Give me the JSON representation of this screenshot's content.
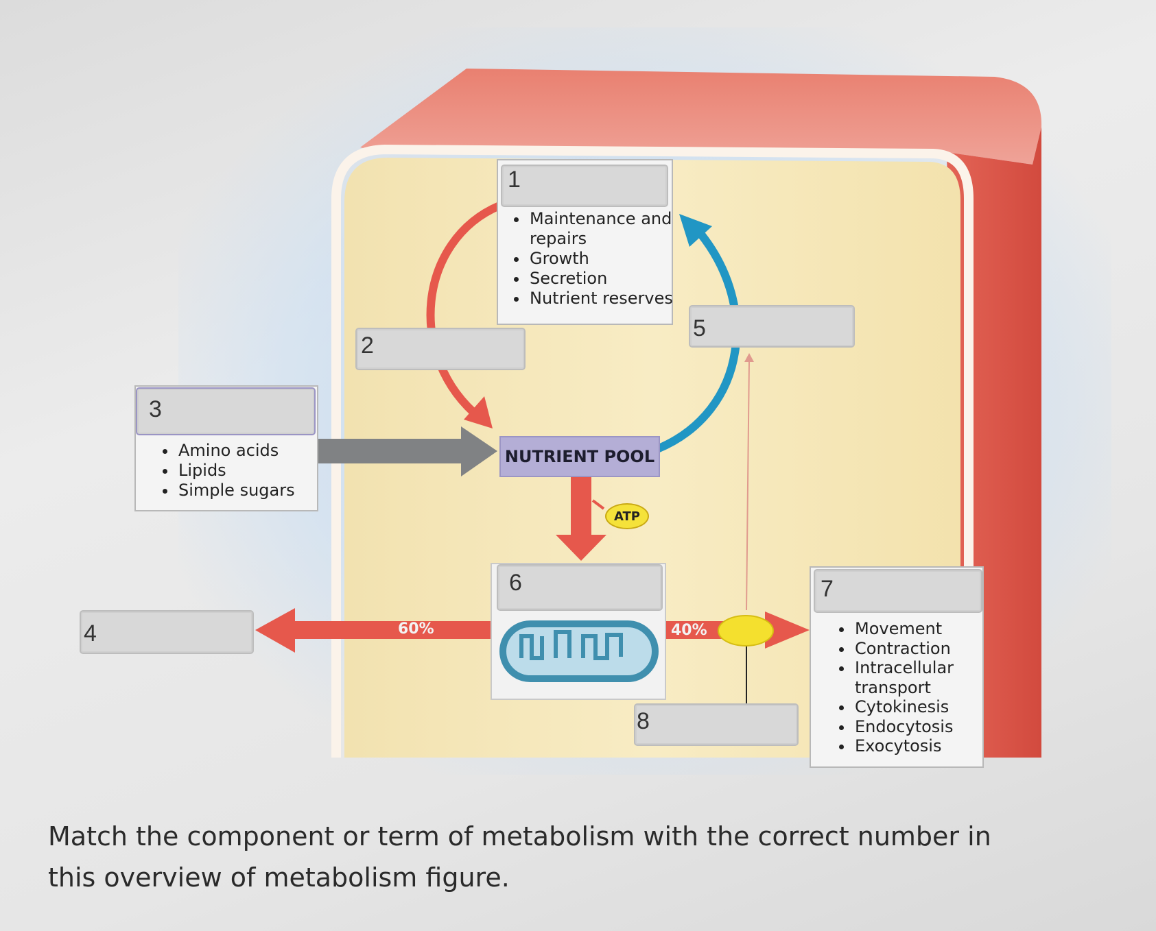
{
  "diagram": {
    "labels": {
      "l1": "1",
      "l2": "2",
      "l3": "3",
      "l4": "4",
      "l5": "5",
      "l6": "6",
      "l7": "7",
      "l8": "8"
    },
    "box1_items": [
      "Maintenance and repairs",
      "Growth",
      "Secretion",
      "Nutrient reserves"
    ],
    "box3_items": [
      "Amino acids",
      "Lipids",
      "Simple sugars"
    ],
    "box7_items": [
      "Movement",
      "Contraction",
      "Intracellular transport",
      "Cytokinesis",
      "Endocytosis",
      "Exocytosis"
    ],
    "nutrient_pool": "NUTRIENT POOL",
    "atp": "ATP",
    "pct_left": "60%",
    "pct_right": "40%",
    "colors": {
      "cell_wall": "#e46d5f",
      "cytoplasm": "#f5e8b4",
      "red_arrow": "#e6584c",
      "blue_arrow": "#2196c4",
      "gray_arrow": "#808284",
      "pool": "#b4aed6"
    }
  },
  "question": "Match the component or term of metabolism with the correct number in this overview of metabolism figure."
}
